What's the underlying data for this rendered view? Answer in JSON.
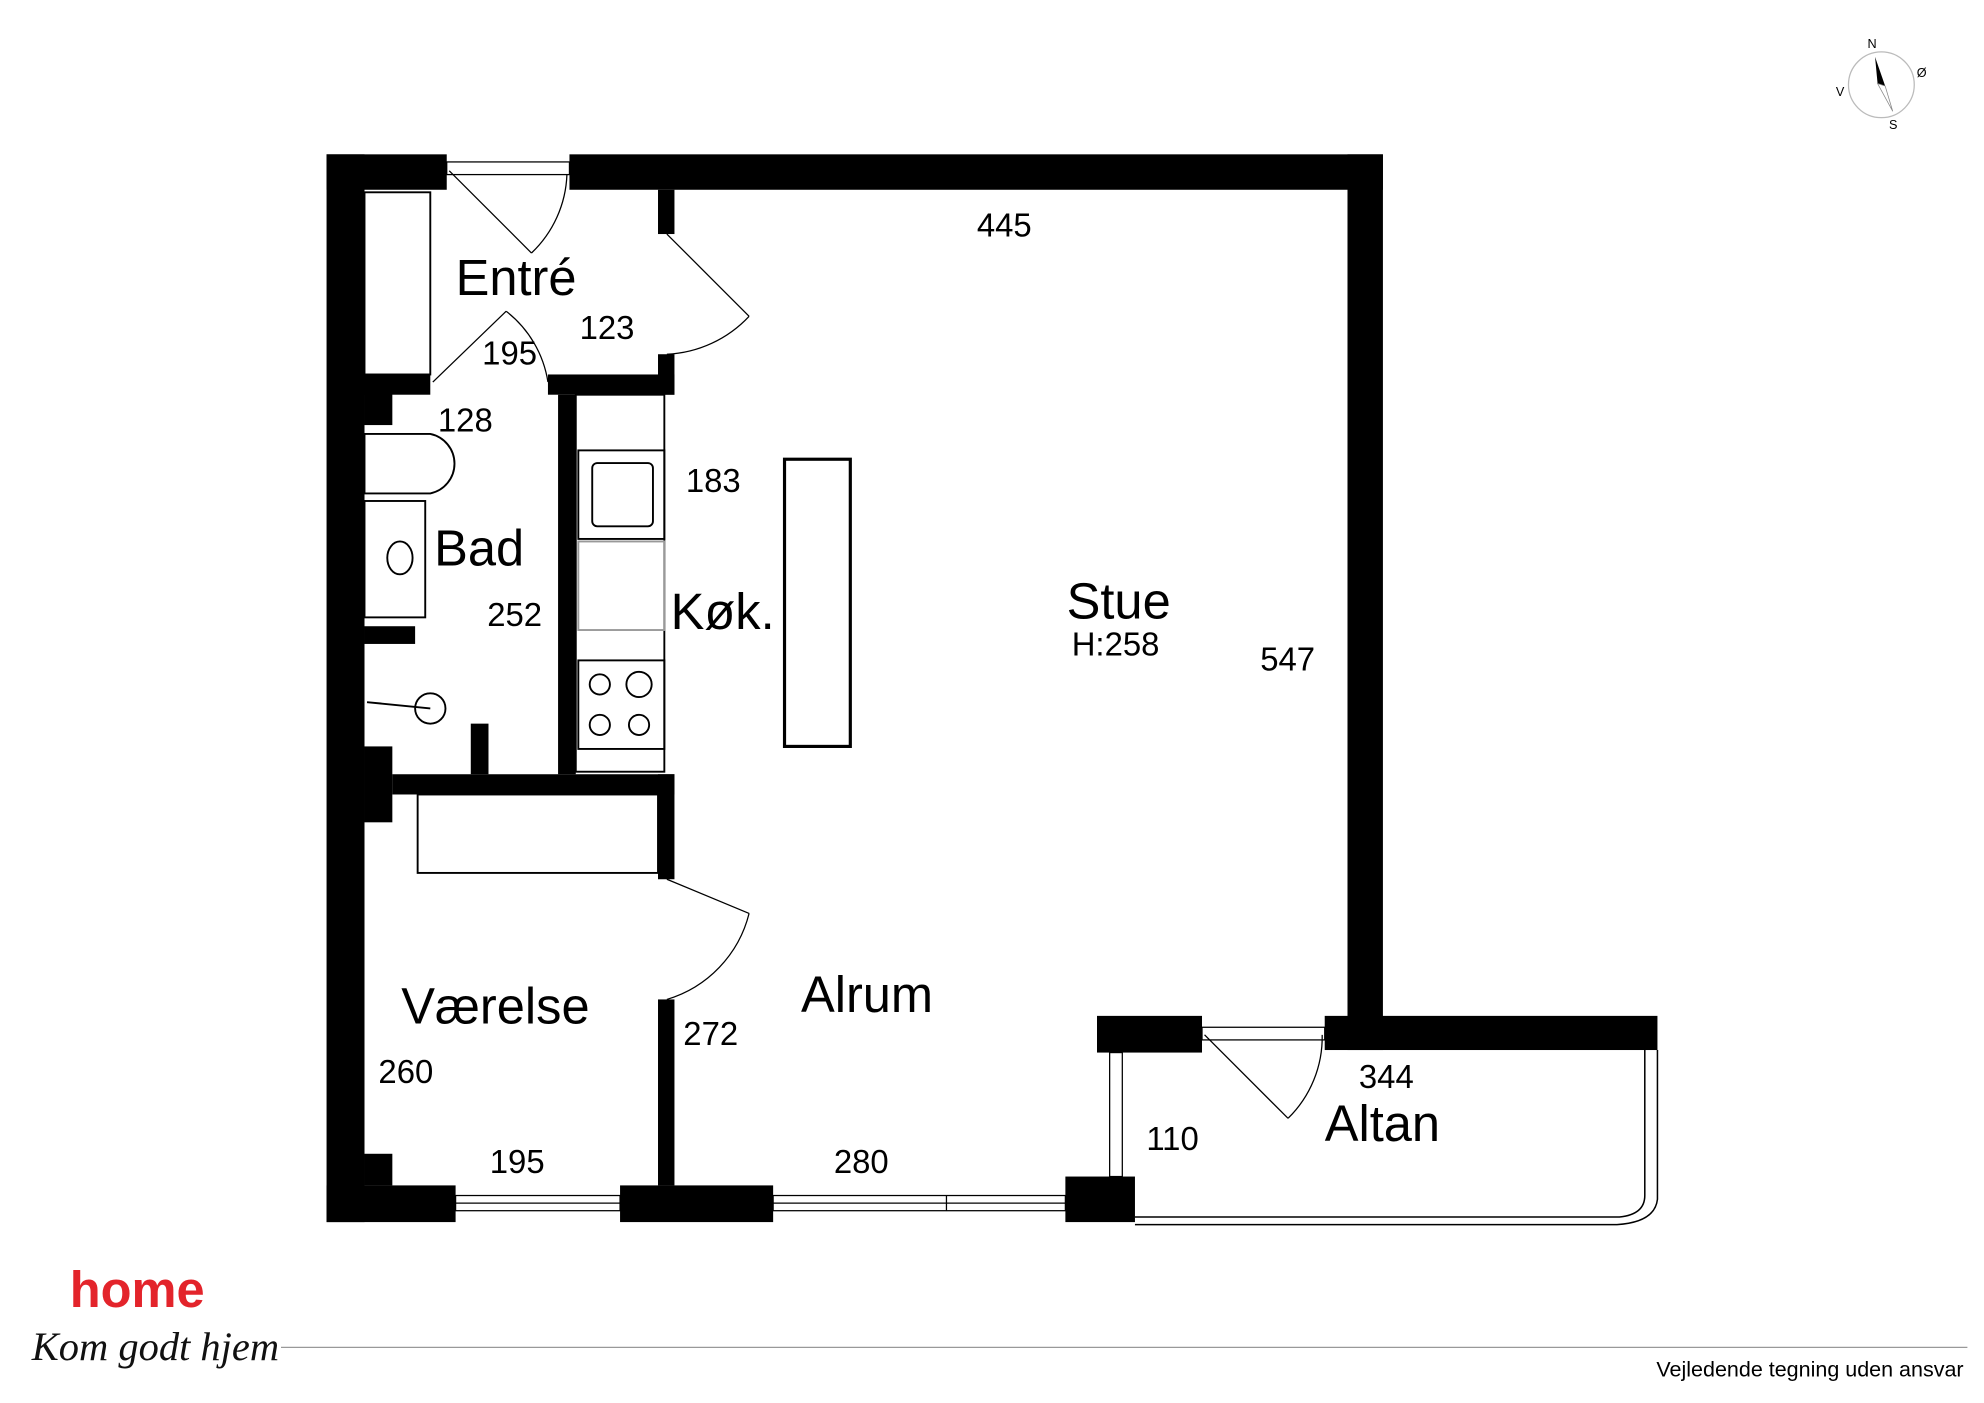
{
  "compass": {
    "n": "N",
    "e": "Ø",
    "s": "S",
    "w": "V"
  },
  "rooms": {
    "entre": {
      "name": "Entré",
      "dims": [
        "123",
        "195"
      ]
    },
    "bad": {
      "name": "Bad",
      "dims": [
        "128",
        "252"
      ]
    },
    "kok": {
      "name": "Køk.",
      "dims": [
        "183"
      ]
    },
    "stue": {
      "name": "Stue",
      "height": "H:258",
      "dims": [
        "445",
        "547"
      ]
    },
    "alrum": {
      "name": "Alrum",
      "dims": [
        "272",
        "280"
      ]
    },
    "vaerelse": {
      "name": "Værelse",
      "dims": [
        "260",
        "195"
      ]
    },
    "altan": {
      "name": "Altan",
      "dims": [
        "344",
        "110"
      ]
    }
  },
  "logo": {
    "brand": "home",
    "tagline": "Kom godt hjem",
    "color": "#e3242b"
  },
  "footer": {
    "disclaimer": "Vejledende tegning uden ansvar"
  }
}
